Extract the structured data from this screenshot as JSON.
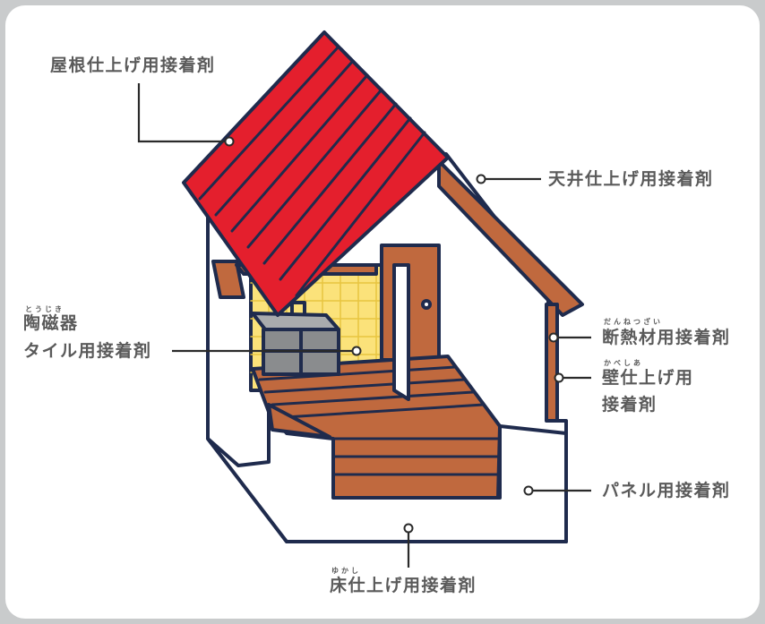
{
  "labels": {
    "roof": "屋根仕上げ用接着剤",
    "ceiling": "天井仕上げ用接着剤",
    "tile_line1": "陶磁器",
    "tile_line1_ruby": "とうじき",
    "tile_line2": "タイル用接着剤",
    "insulation": "断熱材用接着剤",
    "insulation_ruby": "だんねつざい",
    "wall_line1": "壁仕上げ用",
    "wall_ruby": "かべしあ",
    "wall_line2": "接着剤",
    "panel": "パネル用接着剤",
    "floor": "床仕上げ用接着剤",
    "floor_ruby": "ゆかし"
  },
  "colors": {
    "background": "#c9cbcc",
    "card": "#ffffff",
    "outline": "#1f2b4d",
    "roof": "#e41f2d",
    "wood": "#c0693e",
    "tile": "#fbe27a",
    "sink": "#8a8c8e",
    "text": "#5a5a5a"
  }
}
